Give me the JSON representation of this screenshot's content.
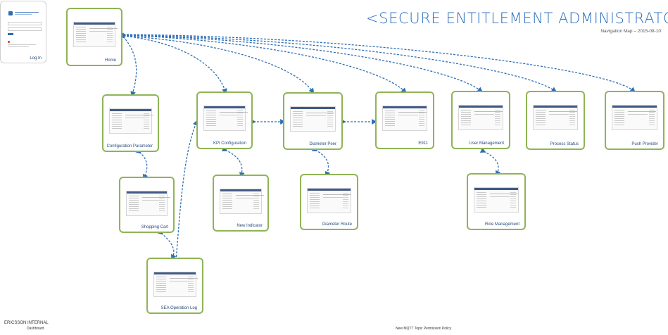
{
  "header": {
    "title": "<SECURE ENTITLEMENT ADMINISTRATOR>",
    "subtitle": "Navigation Map – 2015-08-10"
  },
  "login_panel": {
    "label": "Log In"
  },
  "nodes": {
    "home": "Home",
    "configuration_parameter": "Configuration Parameter",
    "kpi_configuration": "KPI Configuration",
    "diameter_peer": "Diameter Peer",
    "e911": "E911",
    "user_management": "User Management",
    "process_status": "Process Status",
    "push_provider": "Push Provider",
    "shopping_cart": "Shopping Cart",
    "new_indicator": "New Indicator",
    "diameter_route": "Diameter Route",
    "role_management": "Role Management",
    "sea_operation_log": "SEA Operation Log"
  },
  "colors": {
    "node_border": "#8fb456",
    "connector": "#2e6fb5",
    "title": "#2b6fbf"
  },
  "footer": {
    "left_title": "ERICSSON INTERNAL",
    "left_subtitle": "Dashboard",
    "center": "New MQTT Topic Permission Policy"
  }
}
